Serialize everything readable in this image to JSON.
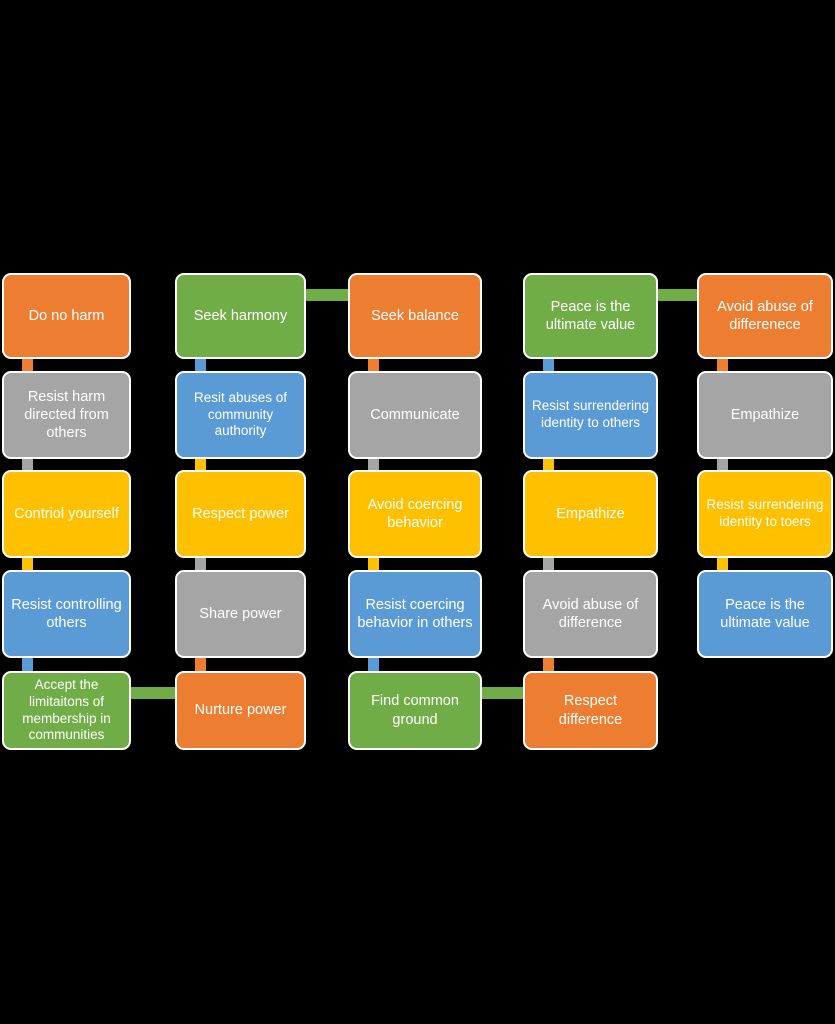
{
  "diagram": {
    "title": "Conflict and peace values grid",
    "background": "#000000",
    "palette": {
      "orange": "#ED7D31",
      "green": "#70AD47",
      "gray": "#A5A5A5",
      "blue": "#5B9BD5",
      "yellow": "#FFC000",
      "border": "#FFFFFF",
      "text": "#FFFFFF"
    },
    "columns": [
      {
        "id": "col-1",
        "nodes": [
          {
            "id": "n-1-1",
            "label": "Do no harm",
            "color": "orange"
          },
          {
            "id": "n-1-2",
            "label": "Resist harm directed from others",
            "color": "gray"
          },
          {
            "id": "n-1-3",
            "label": "Contriol yourself",
            "color": "yellow"
          },
          {
            "id": "n-1-4",
            "label": "Resist controlling others",
            "color": "blue"
          },
          {
            "id": "n-1-5",
            "label": "Accept the limitaitons of membership in communities",
            "color": "green"
          }
        ]
      },
      {
        "id": "col-2",
        "nodes": [
          {
            "id": "n-2-1",
            "label": "Seek harmony",
            "color": "green"
          },
          {
            "id": "n-2-2",
            "label": "Resit abuses of community authority",
            "color": "blue"
          },
          {
            "id": "n-2-3",
            "label": "Respect power",
            "color": "yellow"
          },
          {
            "id": "n-2-4",
            "label": "Share power",
            "color": "gray"
          },
          {
            "id": "n-2-5",
            "label": "Nurture power",
            "color": "orange"
          }
        ]
      },
      {
        "id": "col-3",
        "nodes": [
          {
            "id": "n-3-1",
            "label": "Seek balance",
            "color": "orange"
          },
          {
            "id": "n-3-2",
            "label": "Communicate",
            "color": "gray"
          },
          {
            "id": "n-3-3",
            "label": "Avoid coercing behavior",
            "color": "yellow"
          },
          {
            "id": "n-3-4",
            "label": "Resist coercing behavior in others",
            "color": "blue"
          },
          {
            "id": "n-3-5",
            "label": "Find common ground",
            "color": "green"
          }
        ]
      },
      {
        "id": "col-4",
        "nodes": [
          {
            "id": "n-4-1",
            "label": "Peace is the ultimate value",
            "color": "green"
          },
          {
            "id": "n-4-2",
            "label": "Resist surrendering identity to others",
            "color": "blue"
          },
          {
            "id": "n-4-3",
            "label": "Empathize",
            "color": "yellow"
          },
          {
            "id": "n-4-4",
            "label": "Avoid abuse of difference",
            "color": "gray"
          },
          {
            "id": "n-4-5",
            "label": "Respect difference",
            "color": "orange"
          }
        ]
      },
      {
        "id": "col-5",
        "nodes": [
          {
            "id": "n-5-1",
            "label": "Avoid abuse of differenece",
            "color": "orange"
          },
          {
            "id": "n-5-2",
            "label": "Empathize",
            "color": "gray"
          },
          {
            "id": "n-5-3",
            "label": "Resist surrendering identity to toers",
            "color": "yellow"
          },
          {
            "id": "n-5-4",
            "label": "Peace is the ultimate value",
            "color": "blue"
          },
          {
            "id": "n-5-5",
            "label": "",
            "color": "none"
          }
        ]
      }
    ],
    "vertical_connectors": [
      {
        "id": "v-1-1",
        "from": "n-1-1",
        "to": "n-1-2",
        "color": "orange"
      },
      {
        "id": "v-1-2",
        "from": "n-1-2",
        "to": "n-1-3",
        "color": "gray"
      },
      {
        "id": "v-1-3",
        "from": "n-1-3",
        "to": "n-1-4",
        "color": "yellow"
      },
      {
        "id": "v-1-4",
        "from": "n-1-4",
        "to": "n-1-5",
        "color": "blue"
      },
      {
        "id": "v-2-1",
        "from": "n-2-1",
        "to": "n-2-2",
        "color": "blue"
      },
      {
        "id": "v-2-2",
        "from": "n-2-2",
        "to": "n-2-3",
        "color": "yellow"
      },
      {
        "id": "v-2-3",
        "from": "n-2-3",
        "to": "n-2-4",
        "color": "gray"
      },
      {
        "id": "v-2-4",
        "from": "n-2-4",
        "to": "n-2-5",
        "color": "orange"
      },
      {
        "id": "v-3-1",
        "from": "n-3-1",
        "to": "n-3-2",
        "color": "orange"
      },
      {
        "id": "v-3-2",
        "from": "n-3-2",
        "to": "n-3-3",
        "color": "gray"
      },
      {
        "id": "v-3-3",
        "from": "n-3-3",
        "to": "n-3-4",
        "color": "yellow"
      },
      {
        "id": "v-3-4",
        "from": "n-3-4",
        "to": "n-3-5",
        "color": "blue"
      },
      {
        "id": "v-4-1",
        "from": "n-4-1",
        "to": "n-4-2",
        "color": "blue"
      },
      {
        "id": "v-4-2",
        "from": "n-4-2",
        "to": "n-4-3",
        "color": "yellow"
      },
      {
        "id": "v-4-3",
        "from": "n-4-3",
        "to": "n-4-4",
        "color": "gray"
      },
      {
        "id": "v-4-4",
        "from": "n-4-4",
        "to": "n-4-5",
        "color": "orange"
      },
      {
        "id": "v-5-1",
        "from": "n-5-1",
        "to": "n-5-2",
        "color": "orange"
      },
      {
        "id": "v-5-2",
        "from": "n-5-2",
        "to": "n-5-3",
        "color": "gray"
      },
      {
        "id": "v-5-3",
        "from": "n-5-3",
        "to": "n-5-4",
        "color": "yellow"
      }
    ],
    "horizontal_connectors": [
      {
        "id": "h-top-2-3",
        "from": "n-2-1",
        "to": "n-3-1",
        "color": "green"
      },
      {
        "id": "h-top-4-5",
        "from": "n-4-1",
        "to": "n-5-1",
        "color": "green"
      },
      {
        "id": "h-bottom-1-2",
        "from": "n-1-5",
        "to": "n-2-5",
        "color": "green"
      },
      {
        "id": "h-bottom-3-4",
        "from": "n-3-5",
        "to": "n-4-5",
        "color": "green"
      }
    ]
  }
}
